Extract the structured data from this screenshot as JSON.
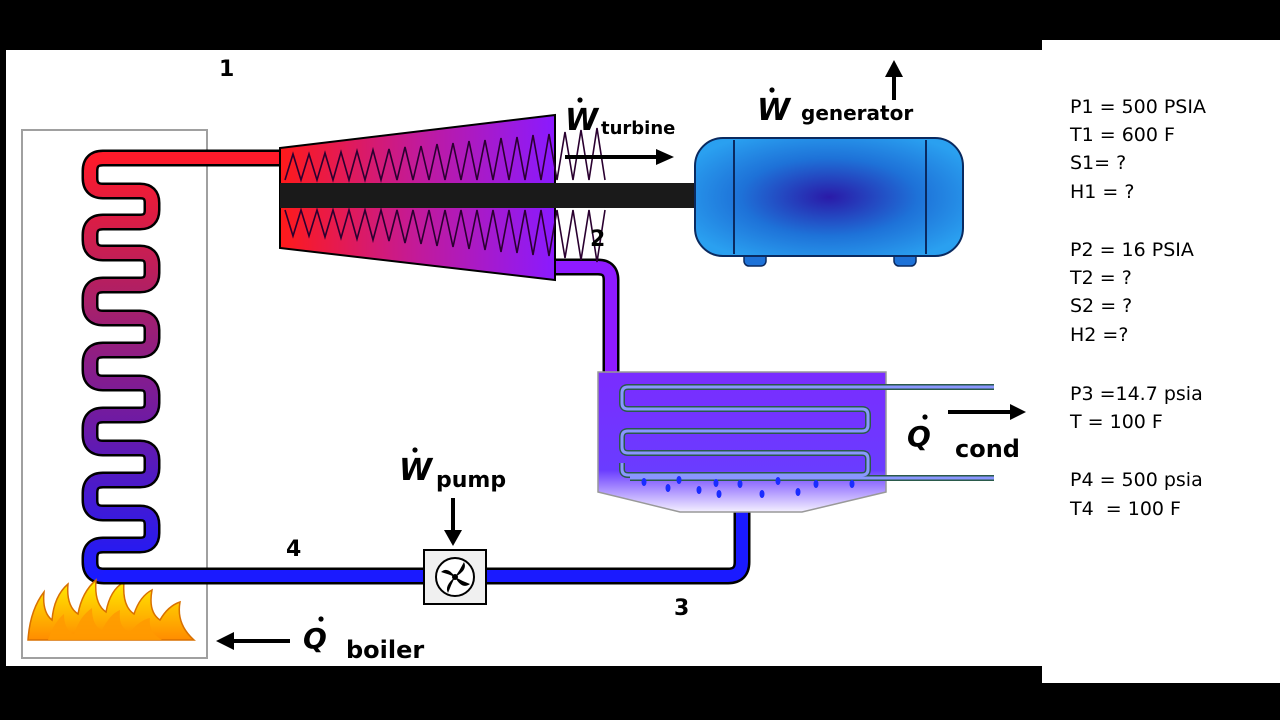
{
  "diagram": {
    "states": {
      "s1": "1",
      "s2": "2",
      "s3": "3",
      "s4": "4"
    },
    "work": {
      "symbol": "W",
      "turbine": "turbine",
      "generator": "generator",
      "pump": "pump"
    },
    "heat": {
      "symbol": "Q",
      "condenser": "cond",
      "boiler": "boiler"
    }
  },
  "conditions": {
    "state1": [
      "P1 = 500 PSIA",
      "T1 = 600 F",
      "S1= ?",
      "H1 = ?"
    ],
    "state2": [
      "P2 = 16 PSIA",
      "T2 = ?",
      "S2 = ?",
      "H2 =?"
    ],
    "state3": [
      "P3 =14.7 psia",
      "T = 100 F"
    ],
    "state4": [
      "P4 = 500 psia",
      "T4  = 100 F"
    ]
  },
  "colors": {
    "hot": "#ff1a1a",
    "mid": "#8f1aff",
    "cold": "#1a1aff",
    "condenser": "#7e2fff",
    "generator": "#1e86e0"
  }
}
